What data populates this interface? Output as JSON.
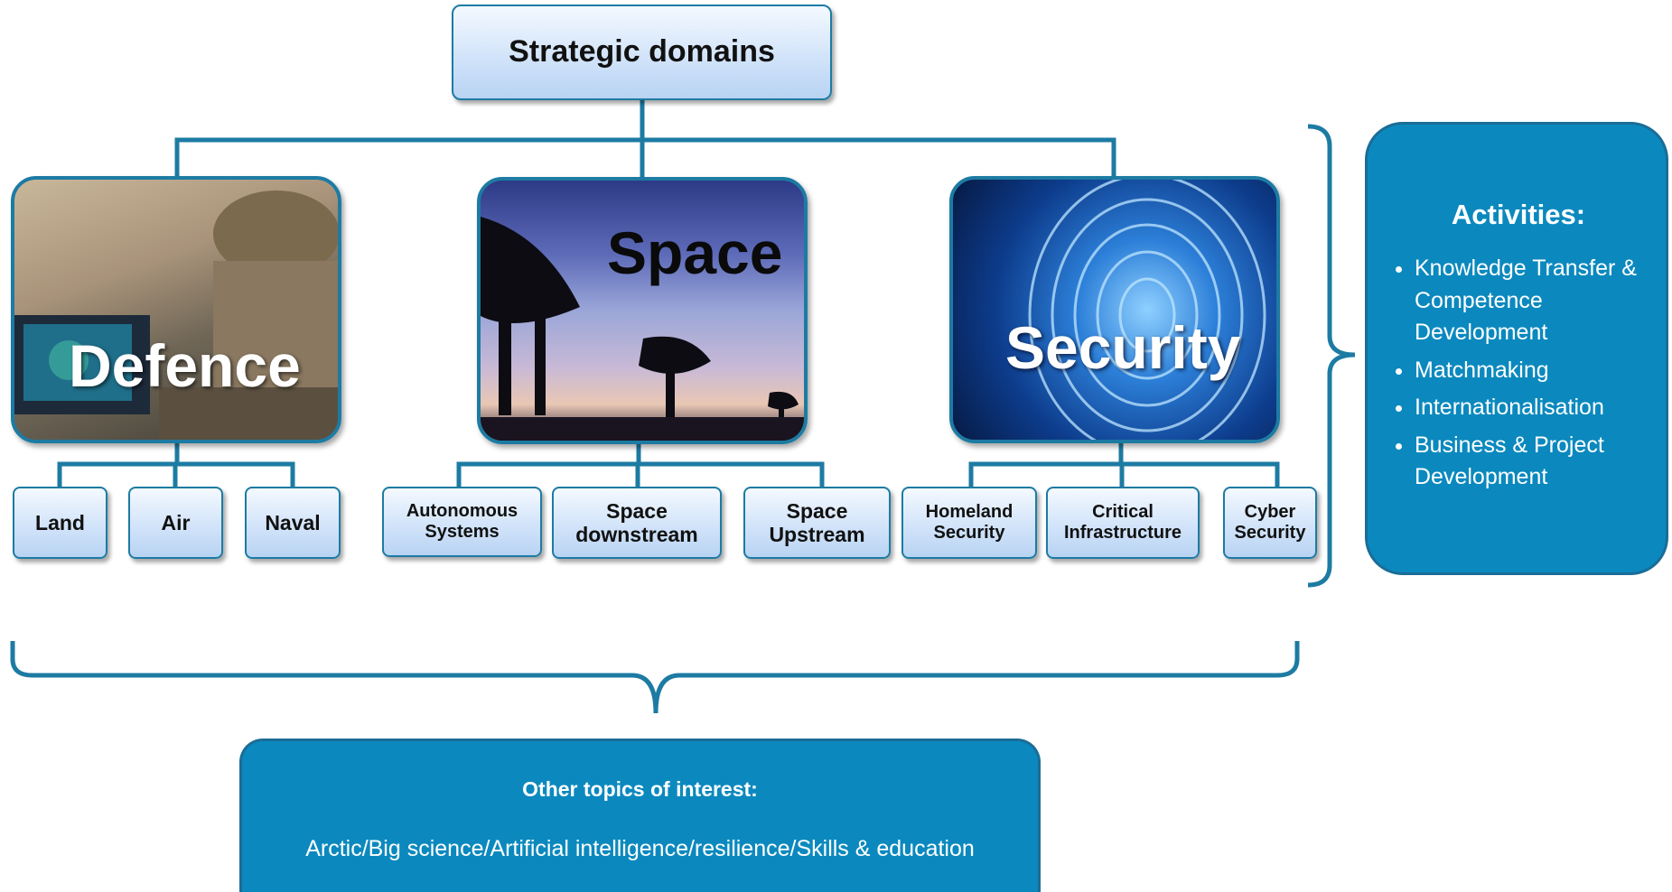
{
  "root": {
    "label": "Strategic domains"
  },
  "domains": [
    {
      "label": "Defence",
      "image": "soldier-photo",
      "subs": [
        "Land",
        "Air",
        "Naval"
      ]
    },
    {
      "label": "Space",
      "image": "radio-telescope-photo",
      "subs": [
        "Autonomous Systems",
        "Space downstream",
        "Space Upstream"
      ]
    },
    {
      "label": "Security",
      "image": "digital-fingerprint-photo",
      "subs": [
        "Homeland Security",
        "Critical Infrastructure",
        "Cyber Security"
      ]
    }
  ],
  "activities": {
    "title": "Activities:",
    "items": [
      "Knowledge Transfer & Competence Development",
      "Matchmaking",
      "Internationalisation",
      "Business & Project Development"
    ]
  },
  "topics": {
    "title": "Other topics of interest:",
    "body": "Arctic/Big science/Artificial intelligence/resilience/Skills & education"
  },
  "colors": {
    "line": "#1d7ba3",
    "panel": "#0b89be",
    "box_top": "#f4f9ff",
    "box_bottom": "#b8d3f3"
  }
}
